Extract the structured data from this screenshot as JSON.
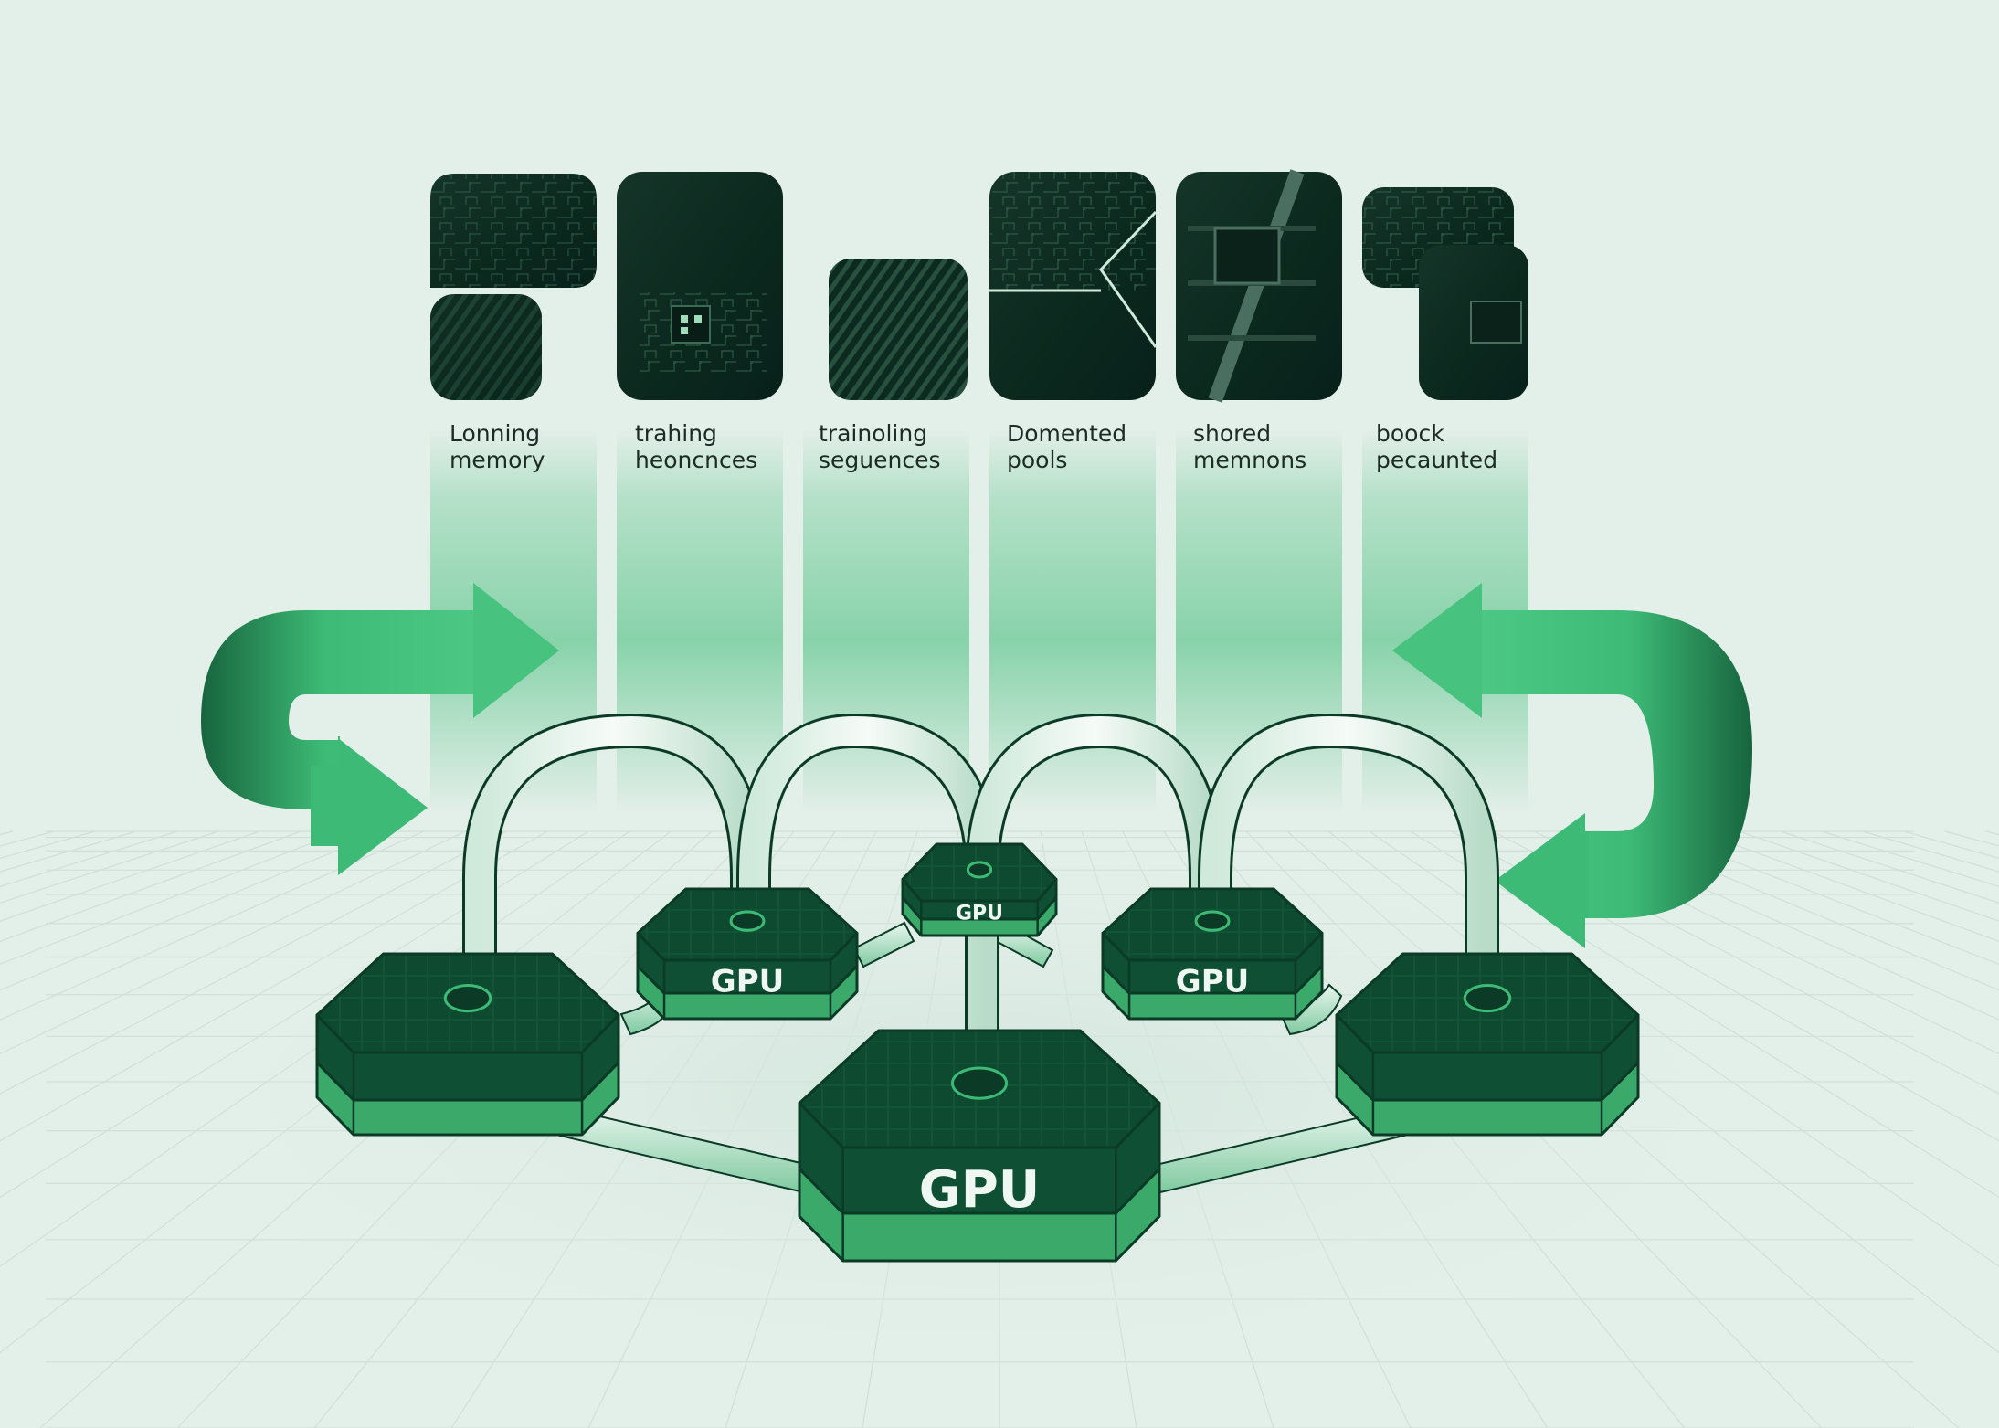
{
  "columns": [
    {
      "line1": "Lonning",
      "line2": "memory"
    },
    {
      "line1": "trahing",
      "line2": "heoncnces"
    },
    {
      "line1": "trainoling",
      "line2": "seguences"
    },
    {
      "line1": "Domented",
      "line2": "pools"
    },
    {
      "line1": "shored",
      "line2": "memnons"
    },
    {
      "line1": "boock",
      "line2": "pecaunted"
    }
  ],
  "nodes": [
    {
      "id": "center",
      "label": "GPU"
    },
    {
      "id": "left-mid",
      "label": "GPU"
    },
    {
      "id": "right-mid",
      "label": "GPU"
    },
    {
      "id": "back",
      "label": "GPU"
    },
    {
      "id": "left-outer",
      "label": ""
    },
    {
      "id": "right-outer",
      "label": ""
    }
  ],
  "colors": {
    "background": "#e3efe9",
    "dark_green": "#0b3a26",
    "mid_green": "#1f7a4b",
    "bright_green": "#3dbb76",
    "light_green": "#9fdcb9"
  },
  "icons": [
    "curved-arrow-left-icon",
    "curved-arrow-right-icon"
  ]
}
